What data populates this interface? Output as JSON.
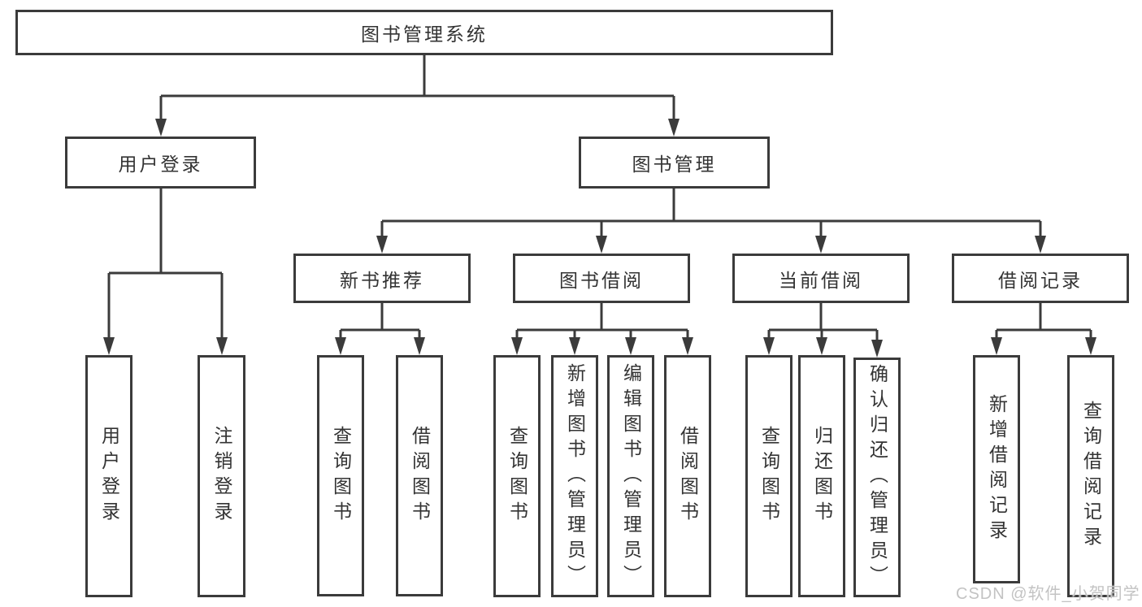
{
  "diagram": {
    "root": {
      "label": "图书管理系统"
    },
    "branches": [
      {
        "label": "用户登录",
        "children": [
          "用户登录",
          "注销登录"
        ]
      },
      {
        "label": "图书管理",
        "sections": [
          {
            "label": "新书推荐",
            "children": [
              "查询图书",
              "借阅图书"
            ]
          },
          {
            "label": "图书借阅",
            "children": [
              "查询图书",
              "新增图书（管理员）",
              "编辑图书（管理员）",
              "借阅图书"
            ]
          },
          {
            "label": "当前借阅",
            "children": [
              "查询图书",
              "归还图书",
              "确认归还（管理员）"
            ]
          },
          {
            "label": "借阅记录",
            "children": [
              "新增借阅记录",
              "查询借阅记录"
            ]
          }
        ]
      }
    ]
  },
  "watermark": {
    "text": "CSDN @软件_小贺同学"
  },
  "colors": {
    "line": "#3b3b3b",
    "text": "#333333",
    "watermark": "#c3c3c3",
    "background": "#ffffff"
  }
}
